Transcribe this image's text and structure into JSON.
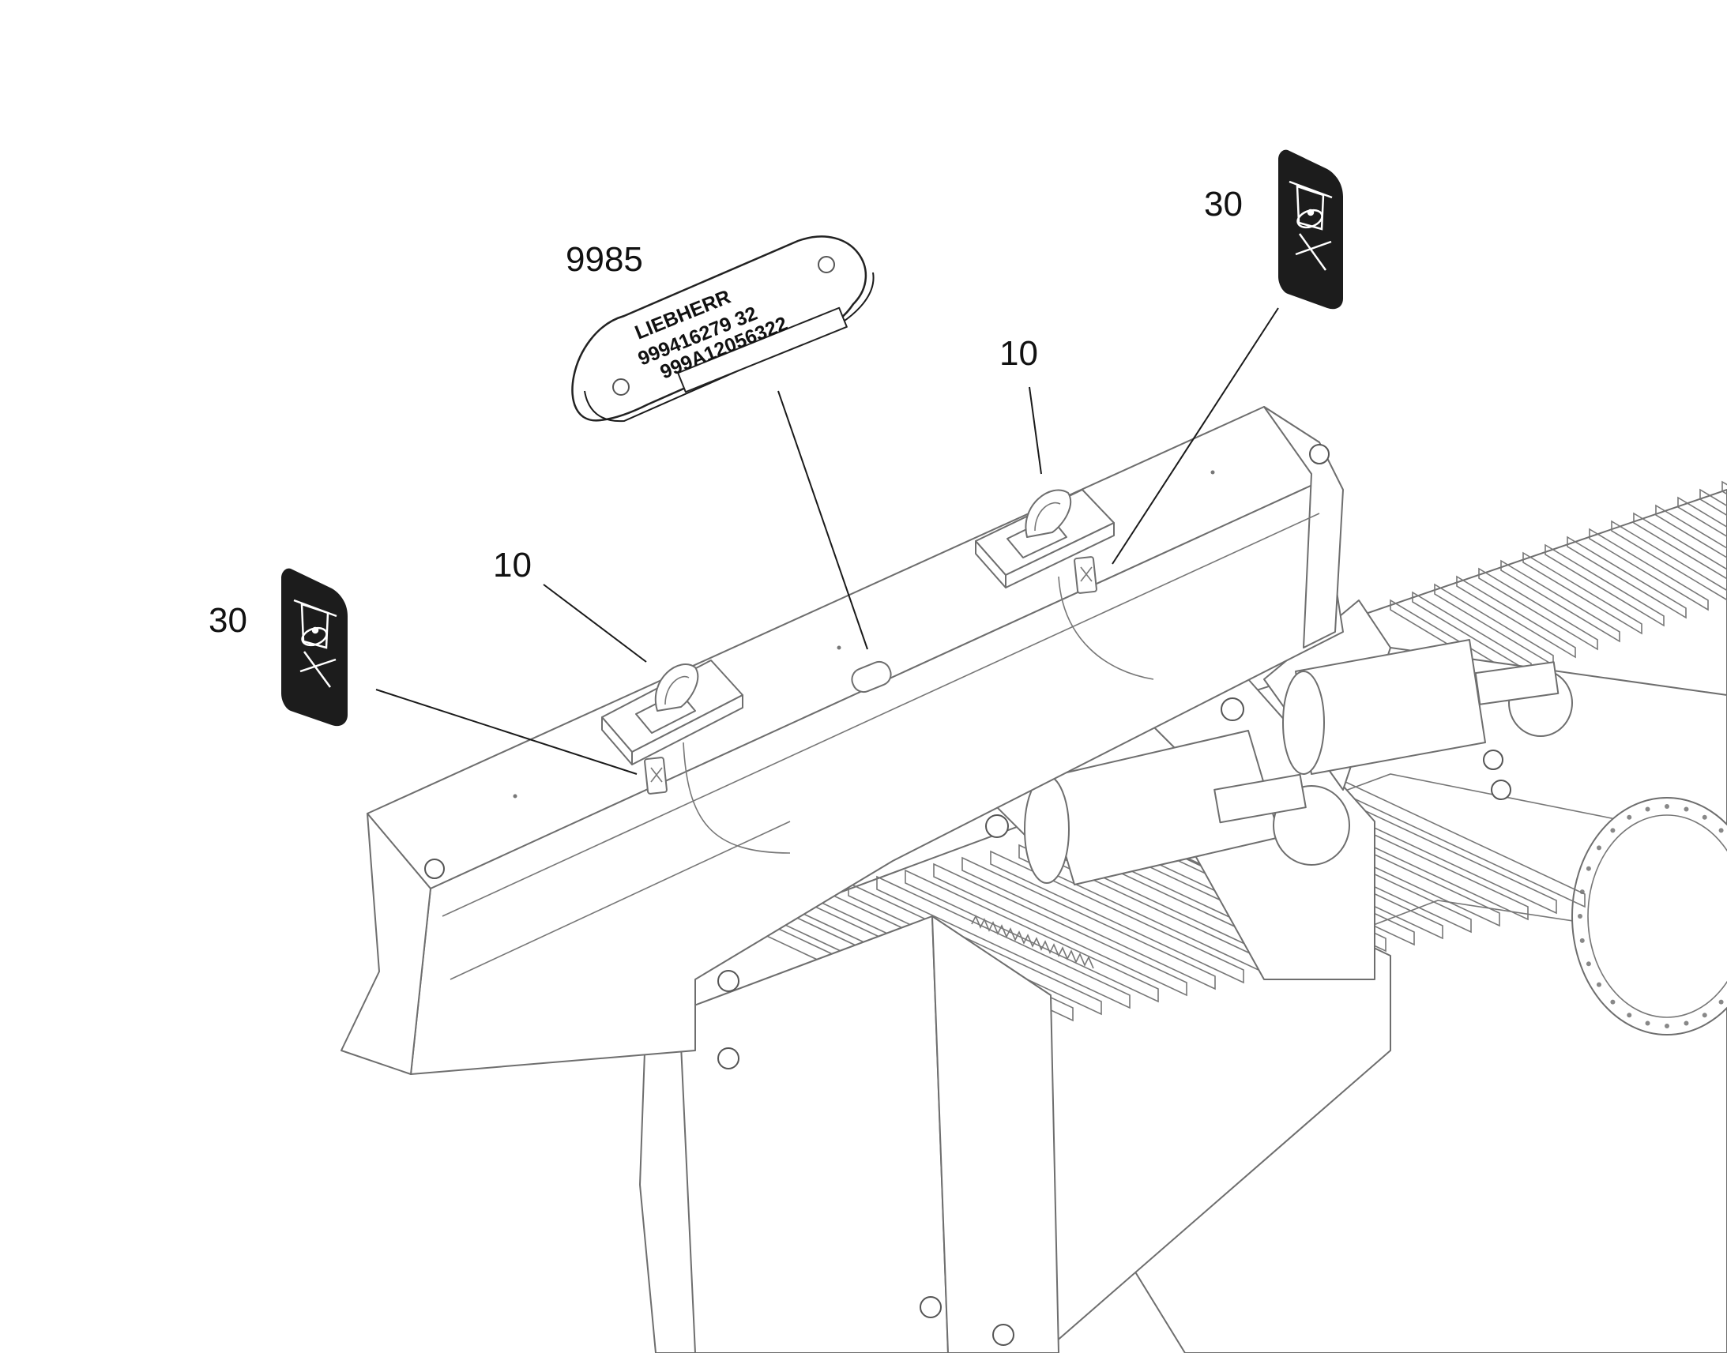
{
  "callouts": {
    "plate": "9985",
    "shackle_left": "10",
    "shackle_right": "10",
    "decal_left": "30",
    "decal_right": "30"
  },
  "plate": {
    "brand": "LIEBHERR",
    "line2": "999416279  32",
    "line3": "999A12056322"
  },
  "icons": {
    "decal": "lifting-point-icon",
    "shackle": "lifting-shackle-icon"
  },
  "colors": {
    "line": "#1a1a1a",
    "decal_fill": "#1c1c1c",
    "machine_line": "#6e6e6e"
  }
}
